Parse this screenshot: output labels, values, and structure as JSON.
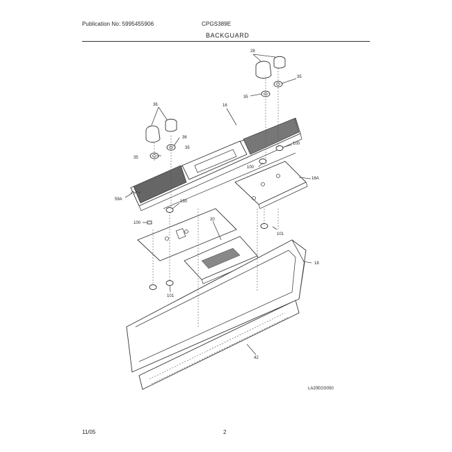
{
  "header": {
    "publication": "Publication No: 5995455906",
    "model": "CPGS389E",
    "section": "BACKGUARD"
  },
  "footer": {
    "date": "11/05",
    "page": "2"
  },
  "diagram": {
    "drawing_id": "LA20EGS050",
    "callouts": {
      "c28": "28",
      "c35a": "35",
      "c35b": "35",
      "c36a": "36",
      "c36b": "36",
      "c35c": "35",
      "c35d": "35",
      "c16": "16",
      "c100a": "100",
      "c100b": "100",
      "c16a": "16A",
      "c59a": "59A",
      "c130": "130",
      "c100c": "100",
      "c20": "20",
      "c101a": "101",
      "c101b": "101",
      "c18": "18",
      "c42": "42"
    }
  }
}
